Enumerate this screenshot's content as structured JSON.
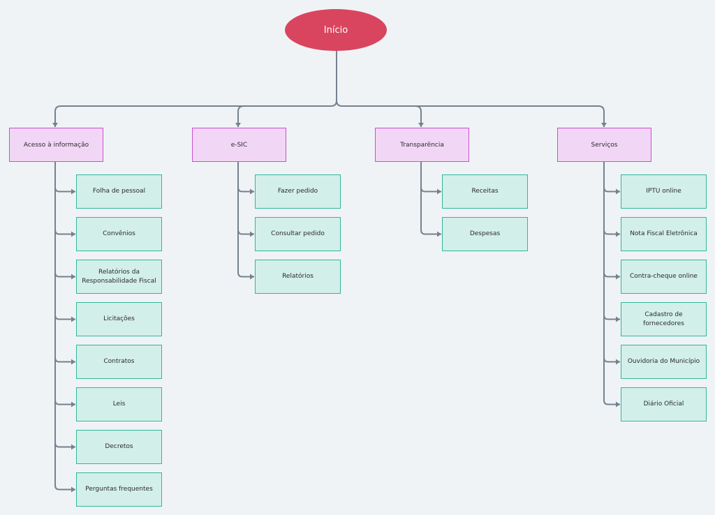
{
  "colors": {
    "background": "#f0f3f6",
    "connector": "#74818f",
    "root_fill": "#d9455f",
    "category_fill": "#f1d7f5",
    "category_border": "#c94fcf",
    "leaf_fill": "#d3efea",
    "leaf_border": "#2fb79a"
  },
  "root": {
    "label": "Início"
  },
  "categories": [
    {
      "label": "Acesso à informação",
      "items": [
        "Folha de pessoal",
        "Convênios",
        "Relatórios da Responsabilidade Fiscal",
        "Licitações",
        "Contratos",
        "Leis",
        "Decretos",
        "Perguntas frequentes"
      ]
    },
    {
      "label": "e-SIC",
      "items": [
        "Fazer pedido",
        "Consultar pedido",
        "Relatórios"
      ]
    },
    {
      "label": "Transparência",
      "items": [
        "Receitas",
        "Despesas"
      ]
    },
    {
      "label": "Serviços",
      "items": [
        "IPTU online",
        "Nota Fiscal Eletrônica",
        "Contra-cheque online",
        "Cadastro de fornecedores",
        "Ouvidoria do Município",
        "Diário Oficial"
      ]
    }
  ]
}
